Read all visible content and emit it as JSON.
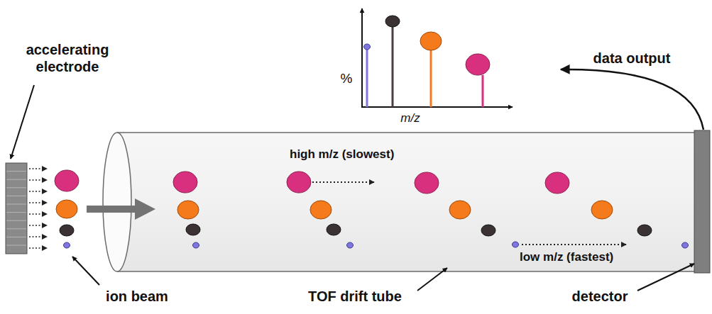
{
  "diagram": {
    "nodes": [
      {
        "text": [
          "high m/z (slowest)",
          "low m/z (fastest)"
        ]
      }
    ],
    "labels": [
      "accelerating electrode",
      "data output",
      "%",
      "m/z",
      "ion beam",
      "TOF drift tube",
      "detector"
    ]
  }
}
